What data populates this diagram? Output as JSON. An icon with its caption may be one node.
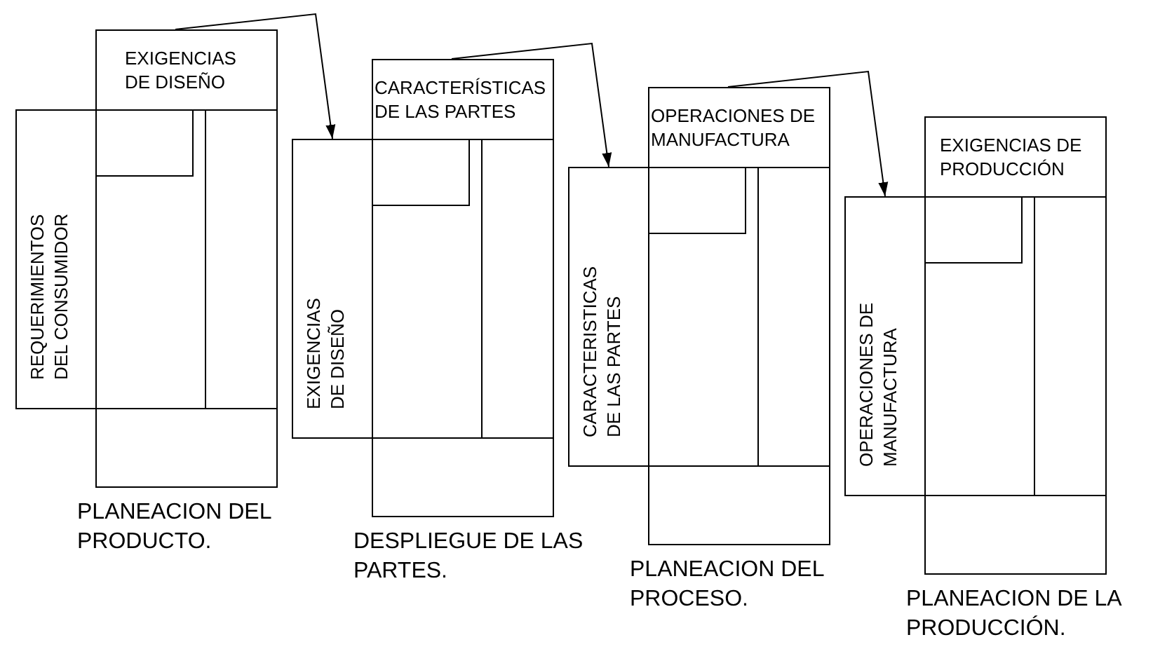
{
  "diagram": {
    "nodes": [
      {
        "text": [
          "EXIGENCIAS DE DISEÑO"
        ]
      },
      {
        "text": [
          "REQUERIMIENTOS DEL CONSUMIDOR"
        ]
      },
      {
        "text": [],
        "shape": "box"
      },
      {
        "text": [],
        "shape": "box",
        "in": 2
      },
      {
        "text": [],
        "shape": "box",
        "beside": [
          "PLANEACION DEL PRODUCTO."
        ]
      },
      {
        "text": [
          "CARACTERÍSTICAS DE LAS PARTES"
        ]
      },
      {
        "text": [
          "EXIGENCIAS DE DISEÑO"
        ]
      },
      {
        "text": [],
        "shape": "box"
      },
      {
        "text": [],
        "shape": "box",
        "in": 7
      },
      {
        "text": [],
        "shape": "box",
        "beside": [
          "DESPLIEGUE DE LAS PARTES."
        ]
      },
      {
        "text": [
          "OPERACIONES DE MANUFACTURA"
        ]
      },
      {
        "text": [
          "CARACTERISTICAS DE LAS PARTES"
        ]
      },
      {
        "text": [],
        "shape": "box"
      },
      {
        "text": [],
        "shape": "box",
        "in": 12
      },
      {
        "text": [],
        "shape": "box",
        "beside": [
          "PLANEACION DEL PROCESO."
        ]
      },
      {
        "text": [
          "EXIGENCIAS DE PRODUCCIÓN"
        ]
      },
      {
        "text": [
          "OPERACIONES DE MANUFACTURA"
        ]
      },
      {
        "text": [],
        "shape": "box"
      },
      {
        "text": [],
        "shape": "box",
        "in": 17
      },
      {
        "text": [],
        "shape": "box",
        "beside": [
          "PLANEACION DE LA PRODUCCIÓN."
        ]
      }
    ],
    "edges": [
      {
        "from": 0,
        "to": 6,
        "arrow": "to"
      },
      {
        "from": 5,
        "to": 11,
        "arrow": "to"
      },
      {
        "from": 10,
        "to": 16,
        "arrow": "to"
      }
    ]
  }
}
